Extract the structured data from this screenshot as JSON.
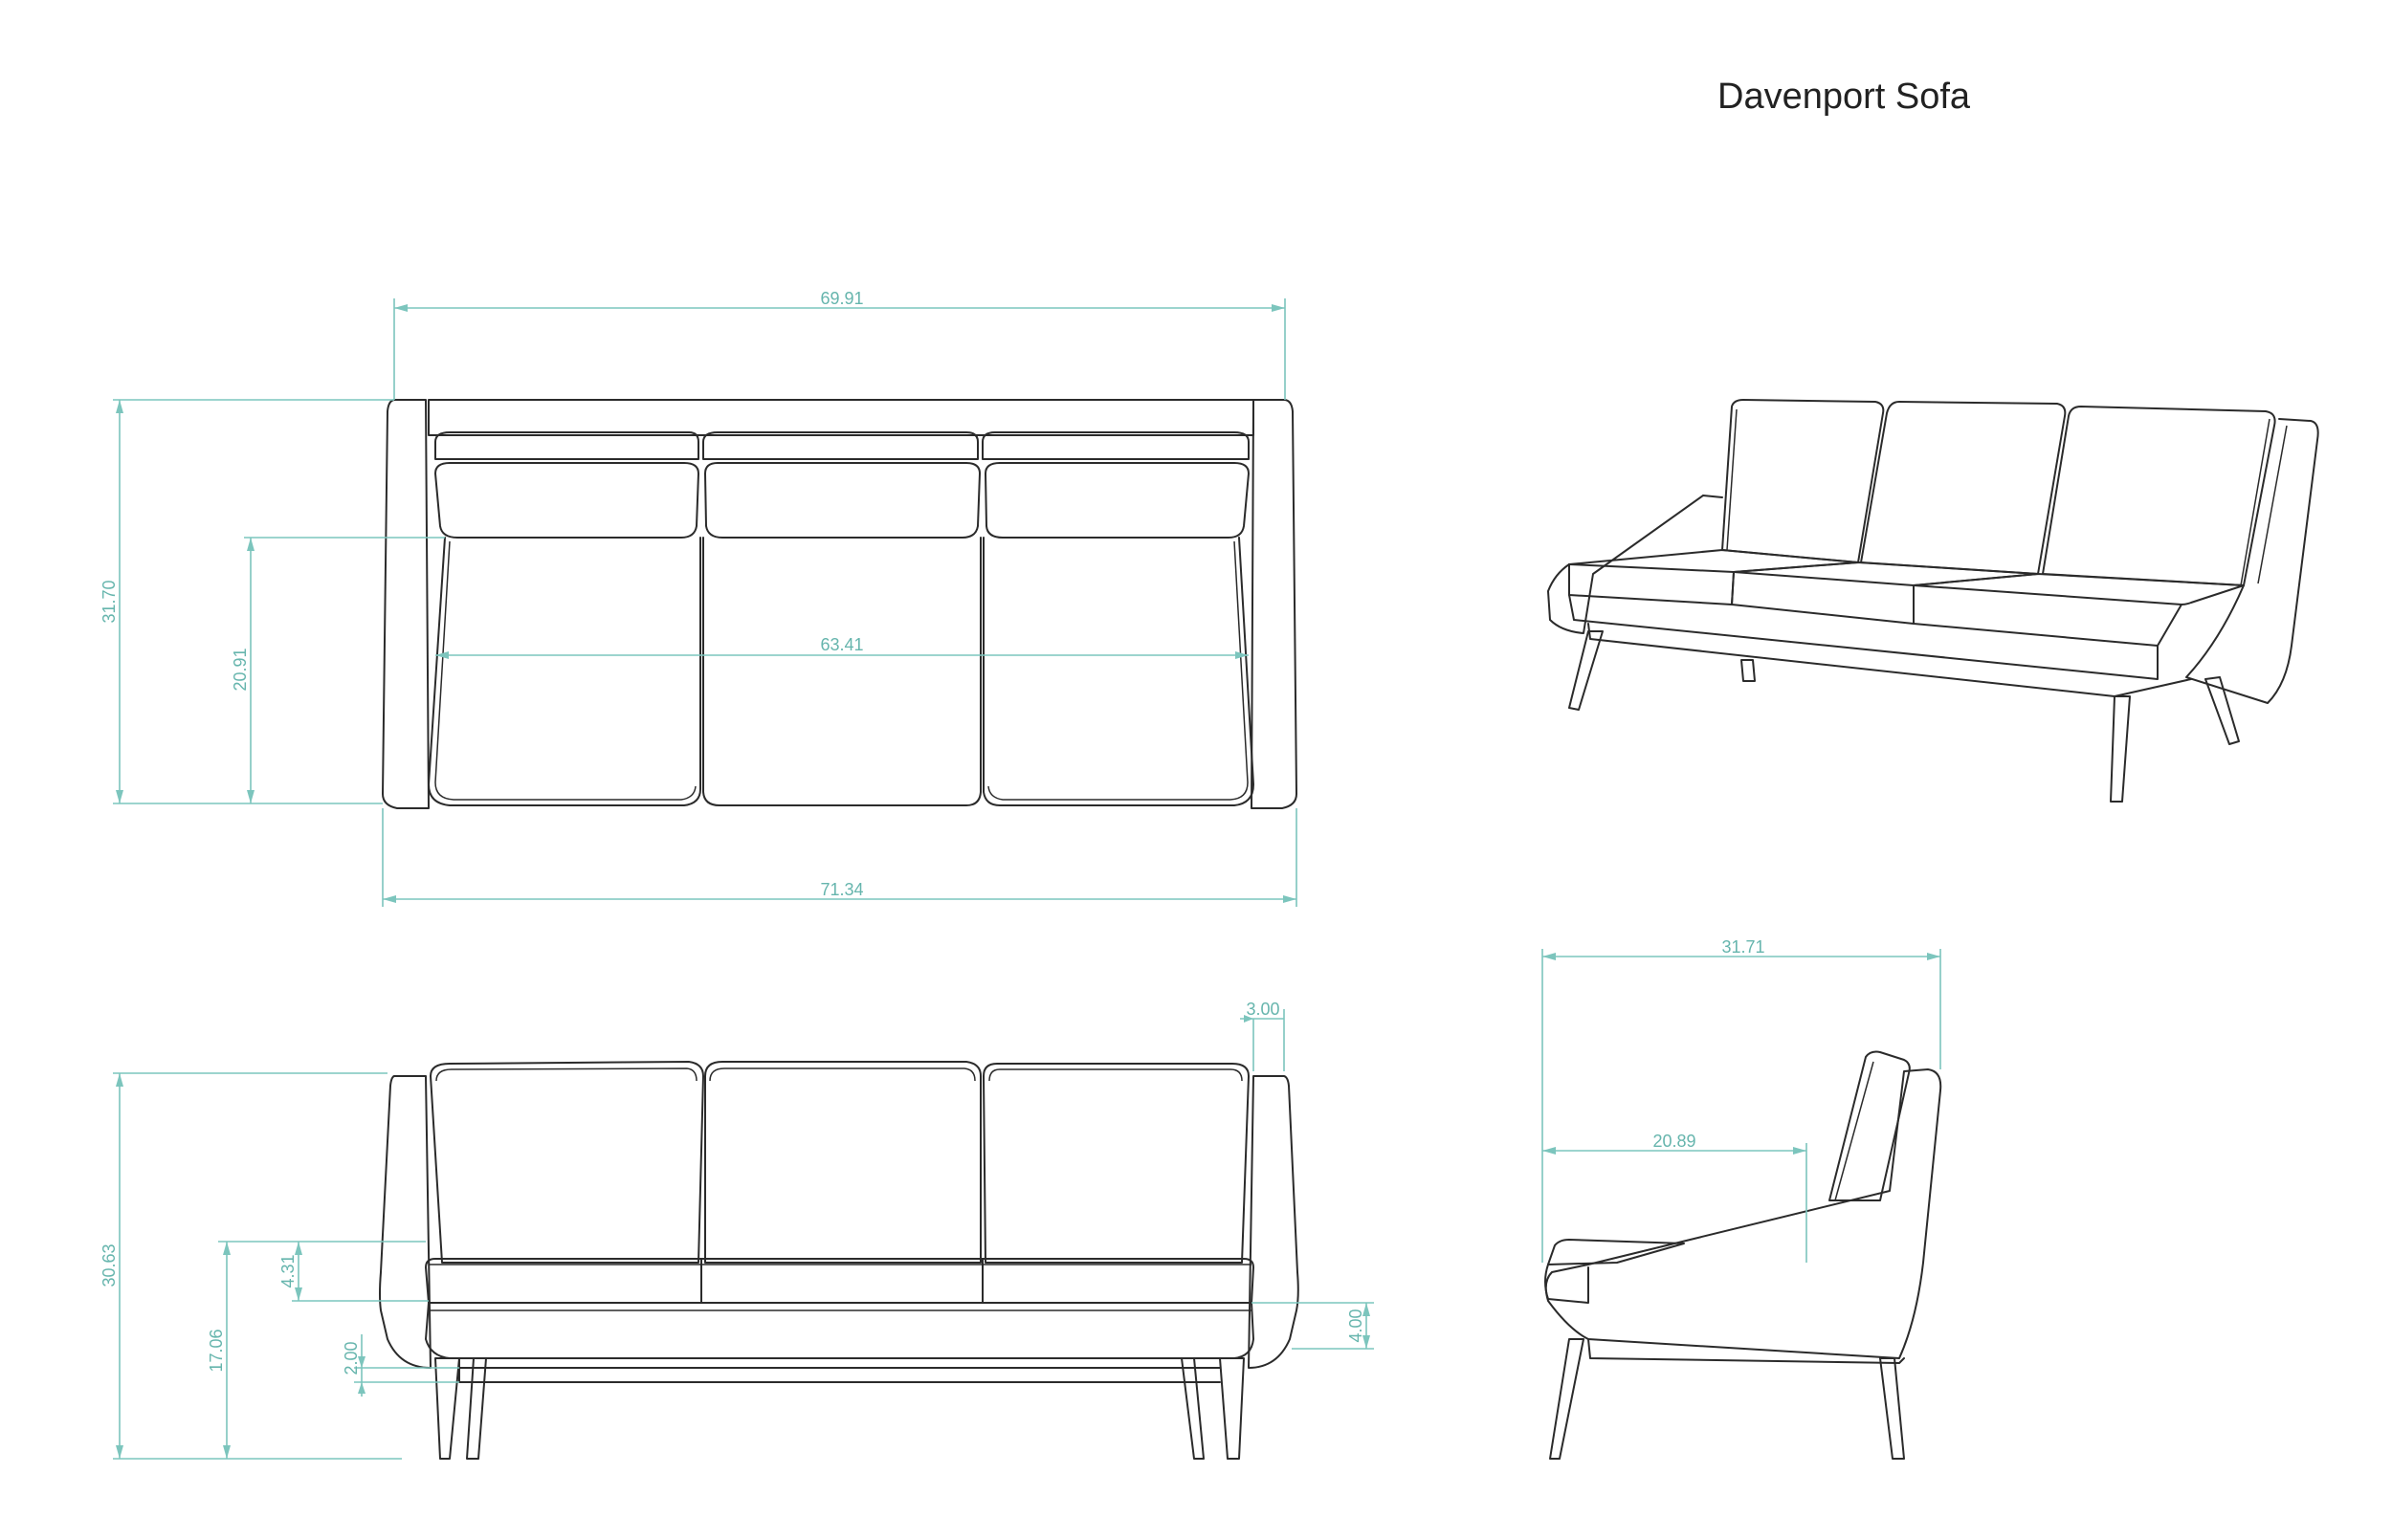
{
  "title": "Davenport Sofa",
  "colors": {
    "line": "#2b2b2b",
    "dimension": "#7cc5bd",
    "background": "#ffffff"
  },
  "views": {
    "top": {
      "overall_width": "69.91",
      "overall_depth": "31.70",
      "seat_depth": "20.91",
      "inner_width": "63.41",
      "base_width": "71.34"
    },
    "front": {
      "arm_width": "3.00",
      "overall_height": "30.63",
      "seat_height": "17.06",
      "cushion_thickness": "4.31",
      "leg_gap": "2.00",
      "base_thickness": "4.00"
    },
    "side": {
      "overall_depth": "31.71",
      "seat_depth": "20.89"
    }
  }
}
